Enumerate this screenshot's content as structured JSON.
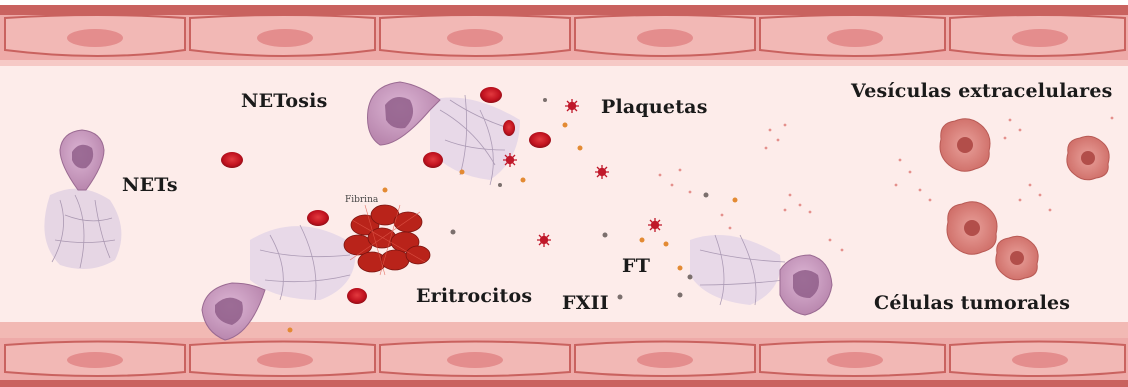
{
  "labels": {
    "netosis": "NETosis",
    "plaquetas": "Plaquetas",
    "vesiculas": "Vesículas extracelulares",
    "nets": "NETs",
    "fibrina": "Fibrina",
    "eritrocitos": "Eritrocitos",
    "ft": "FT",
    "fxii": "FXII",
    "celulas_tumorales": "Células tumorales"
  },
  "colors": {
    "vessel_wall": "#e8a7a6",
    "vessel_wall_dark": "#c9625f",
    "endothelial_cell": "#f2b8b5",
    "nucleus": "#e48d8d",
    "lumen": "#fdecea",
    "neutrophil": "#c99ac0",
    "neutrophil_nucleus": "#8c5a86",
    "net_fibers": "#b9a9c6",
    "erythrocyte": "#c1121f",
    "platelet": "#c0182a",
    "orange_dot": "#e38a33",
    "gray_dot": "#7b6f6d",
    "tumor_cell": "#d8807a",
    "tumor_nucleus": "#b24e4a",
    "clot": "#b9231a"
  }
}
